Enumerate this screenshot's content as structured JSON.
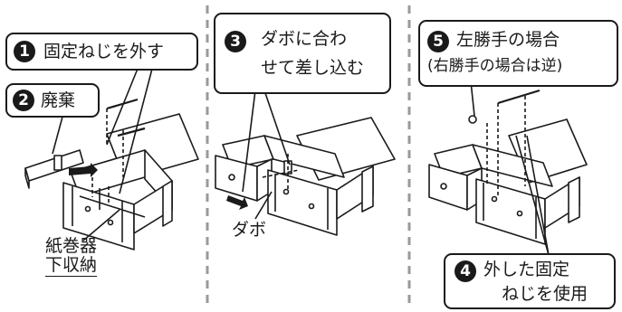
{
  "steps": {
    "s1": {
      "number": "1",
      "text": "固定ねじを外す"
    },
    "s2": {
      "number": "2",
      "text": "廃棄"
    },
    "s3": {
      "number": "3",
      "line1": "ダボに合わ",
      "line2": "せて差し込む"
    },
    "s4": {
      "number": "4",
      "line1": "外した固定",
      "line2": "ねじを使用"
    },
    "s5": {
      "number": "5",
      "line1": "左勝手の場合",
      "line2": "(右勝手の場合は逆)"
    }
  },
  "labels": {
    "paper_storage_line1": "紙巻器",
    "paper_storage_line2": "下収納",
    "dowel": "ダボ"
  },
  "colors": {
    "ink": "#1a1a1a",
    "divider": "#9a9a9a",
    "paper": "#ffffff"
  }
}
